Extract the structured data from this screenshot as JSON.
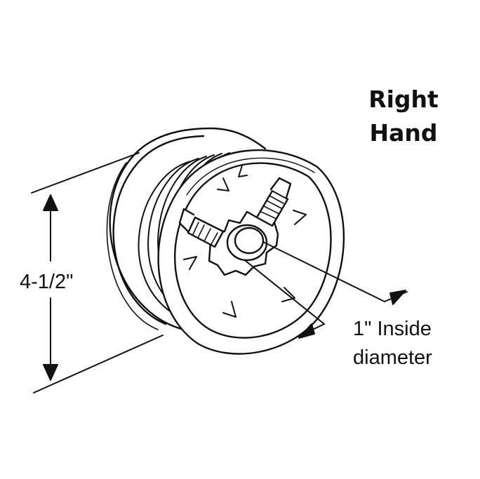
{
  "title": {
    "line1": "Right",
    "line2": "Hand"
  },
  "dimensions": {
    "height_label": "4-1/2\"",
    "inside_diameter_line1": "1\" Inside",
    "inside_diameter_line2": "diameter"
  },
  "colors": {
    "line": "#111111",
    "fill": "#ffffff",
    "shade": "#d9d9d9"
  }
}
